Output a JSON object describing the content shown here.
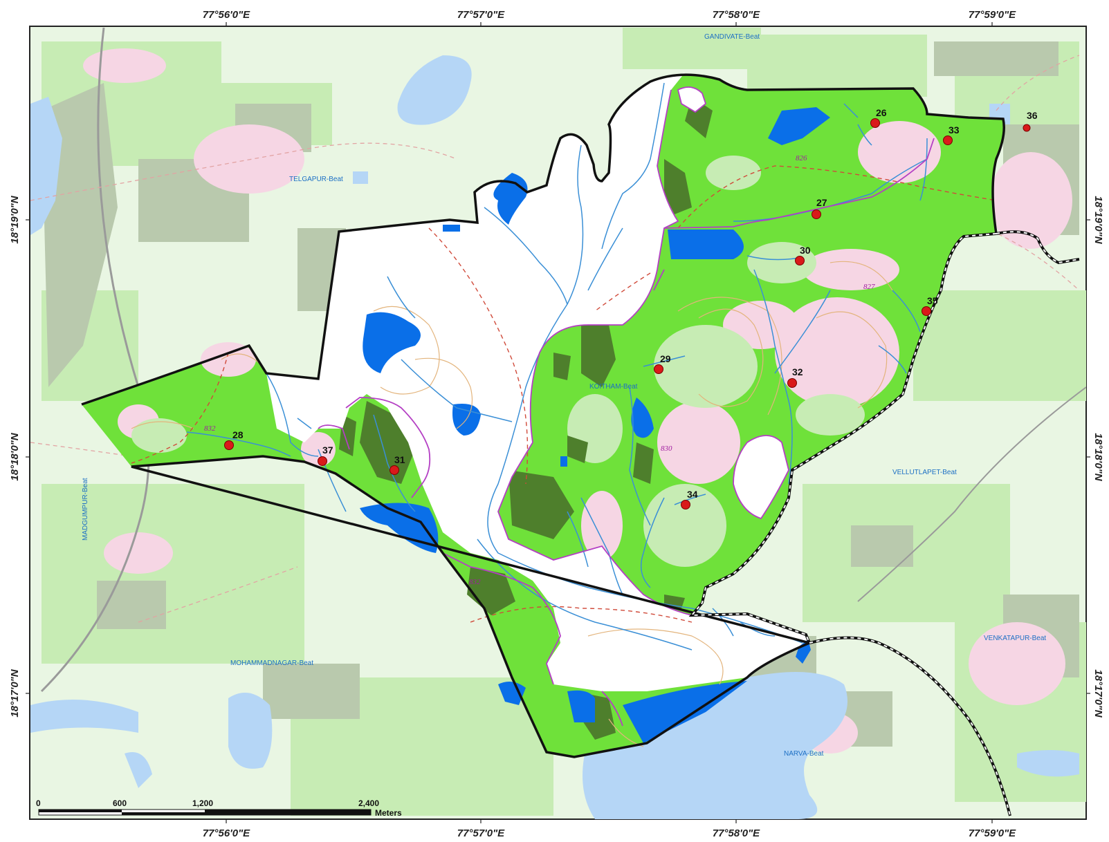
{
  "map": {
    "colors": {
      "frame": "#222222",
      "background_land": "#e9f6e3",
      "light_forest": "#c7ecb4",
      "outside_dark_forest": "#b9c9ad",
      "pink_patch": "#f6d6e4",
      "forest_green": "#6fe13a",
      "dense_forest": "#4e7f2c",
      "water_bright": "#0a6fe8",
      "water_outside": "#b5d6f6",
      "stream": "#3a8fd6",
      "boundary": "#111111",
      "compartment": "#b43fc4",
      "contour": "#e3b47c",
      "road": "#d04a3a",
      "point": "#d91a1a"
    },
    "longitude_labels": [
      "77°56'0\"E",
      "77°57'0\"E",
      "77°58'0\"E",
      "77°59'0\"E"
    ],
    "latitude_labels": [
      "18°19'0\"N",
      "18°18'0\"N",
      "18°17'0\"N"
    ],
    "beats": [
      {
        "name": "GANDIVATE-Beat"
      },
      {
        "name": "TELGAPUR-Beat"
      },
      {
        "name": "MADGUMPUR-Beat"
      },
      {
        "name": "KOITHAM-Beat"
      },
      {
        "name": "VELLUTLAPET-Beat"
      },
      {
        "name": "VENKATAPUR-Beat"
      },
      {
        "name": "MOHAMMADNAGAR-Beat"
      },
      {
        "name": "NARVA-Beat"
      }
    ],
    "points": [
      "26",
      "27",
      "28",
      "29",
      "30",
      "31",
      "32",
      "33",
      "34",
      "35",
      "36",
      "37"
    ],
    "compartments": [
      "826",
      "827",
      "830",
      "832",
      "832"
    ],
    "scale_bar": {
      "ticks": [
        "0",
        "600",
        "1,200",
        "2,400"
      ],
      "unit": "Meters"
    }
  }
}
